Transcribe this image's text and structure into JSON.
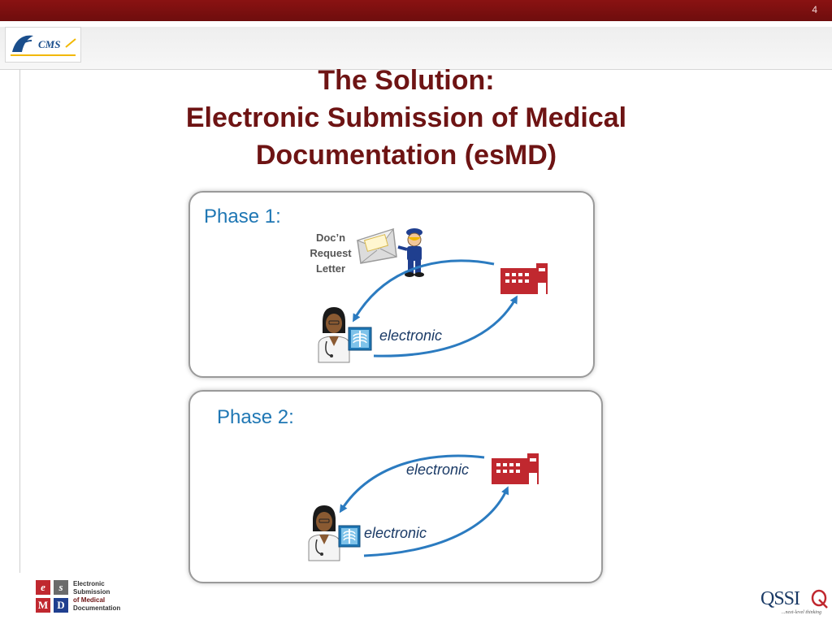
{
  "slide": {
    "number": "4",
    "title_lines": [
      "The Solution:",
      "Electronic Submission of Medical",
      "Documentation (esMD)"
    ]
  },
  "logos": {
    "cms": "CMS",
    "esmd_tiles": [
      "e",
      "s",
      "M",
      "D"
    ],
    "esmd_text": [
      "Electronic",
      "Submission",
      "of Medical",
      "Documentation"
    ],
    "qssi_name": "QSSI",
    "qssi_tagline": "...next-level thinking"
  },
  "phase1": {
    "label": "Phase 1:",
    "doc_label_lines": [
      "Doc’n",
      "Request",
      "Letter"
    ],
    "edge_label": "electronic"
  },
  "phase2": {
    "label": "Phase 2:",
    "edge_label_top": "electronic",
    "edge_label_bottom": "electronic"
  },
  "colors": {
    "brand_dark_red": "#6e1414",
    "phase_blue": "#1f77b4",
    "arrow_blue": "#2b7bc0",
    "facility_red": "#c0282f"
  },
  "icons": [
    "cms-eagle-icon",
    "envelope-icon",
    "mail-carrier-icon",
    "hospital-icon",
    "doctor-icon",
    "xray-icon"
  ]
}
